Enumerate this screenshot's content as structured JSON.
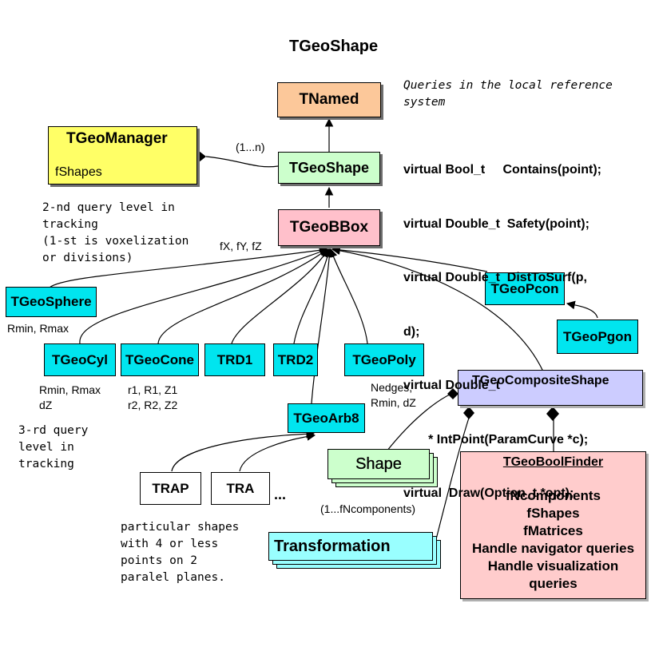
{
  "title": "TGeoShape",
  "boxes": {
    "tnamed": "TNamed",
    "tgeomanager": {
      "name": "TGeoManager",
      "field": "fShapes"
    },
    "tgeoshape": "TGeoShape",
    "tgeobbox": "TGeoBBox",
    "tgeosphere": "TGeoSphere",
    "tgeopcon": "TGeoPcon",
    "tgeopgon": "TGeoPgon",
    "tgeocyl": "TGeoCyl",
    "tgeocone": "TGeoCone",
    "trd1": "TRD1",
    "trd2": "TRD2",
    "tgeopoly": "TGeoPoly",
    "tgeocomposite": "TGeoCompositeShape",
    "tgeoarb8": "TGeoArb8",
    "shape": "Shape",
    "trap": "TRAP",
    "tra": "TRA",
    "transformation": "Transformation",
    "boolfinder": {
      "title": "TGeoBoolFinder",
      "lines": [
        "fNcomponents",
        "fShapes",
        "fMatrices",
        "Handle navigator queries",
        "Handle visualization",
        "queries"
      ]
    }
  },
  "labels": {
    "multiplicity": "(1...n)",
    "ellipsis": "...",
    "components": "(1...fNcomponents)",
    "bbox_fields": "fX, fY, fZ",
    "sphere_params": "Rmin, Rmax",
    "cyl_params": [
      "Rmin, Rmax",
      "dZ"
    ],
    "cone_params": [
      "r1, R1, Z1",
      "r2, R2, Z2"
    ],
    "poly_params": [
      "Nedges,",
      "Rmin, dZ"
    ],
    "second_query": [
      "2-nd query level in",
      "tracking",
      "(1-st  is voxelization",
      "or  divisions)"
    ],
    "third_query": [
      "3-rd query",
      "level in",
      "tracking"
    ],
    "particular": [
      "particular shapes",
      "with 4  or less",
      "points on 2",
      "paralel planes."
    ],
    "queries_heading": [
      "Queries in the local reference",
      "system"
    ],
    "methods": [
      "virtual Bool_t     Contains(point);",
      "virtual Double_t  Safety(point);",
      "virtual Double_t  DistToSurf(p,",
      "d);",
      "virtual Double_t",
      "       * IntPoint(ParamCurve *c);",
      "virtual  Draw(Option_t *opt);"
    ]
  },
  "colors": {
    "tnamed": "#fcc89a",
    "tgeomanager": "#ffff66",
    "tgeoshape": "#ccffcc",
    "tgeobbox": "#ffc0cb",
    "cyan": "#00e5ef",
    "composite": "#ccccff",
    "boolfinder": "#ffcccc",
    "shape": "#ccffcc",
    "transformation": "#99ffff"
  }
}
